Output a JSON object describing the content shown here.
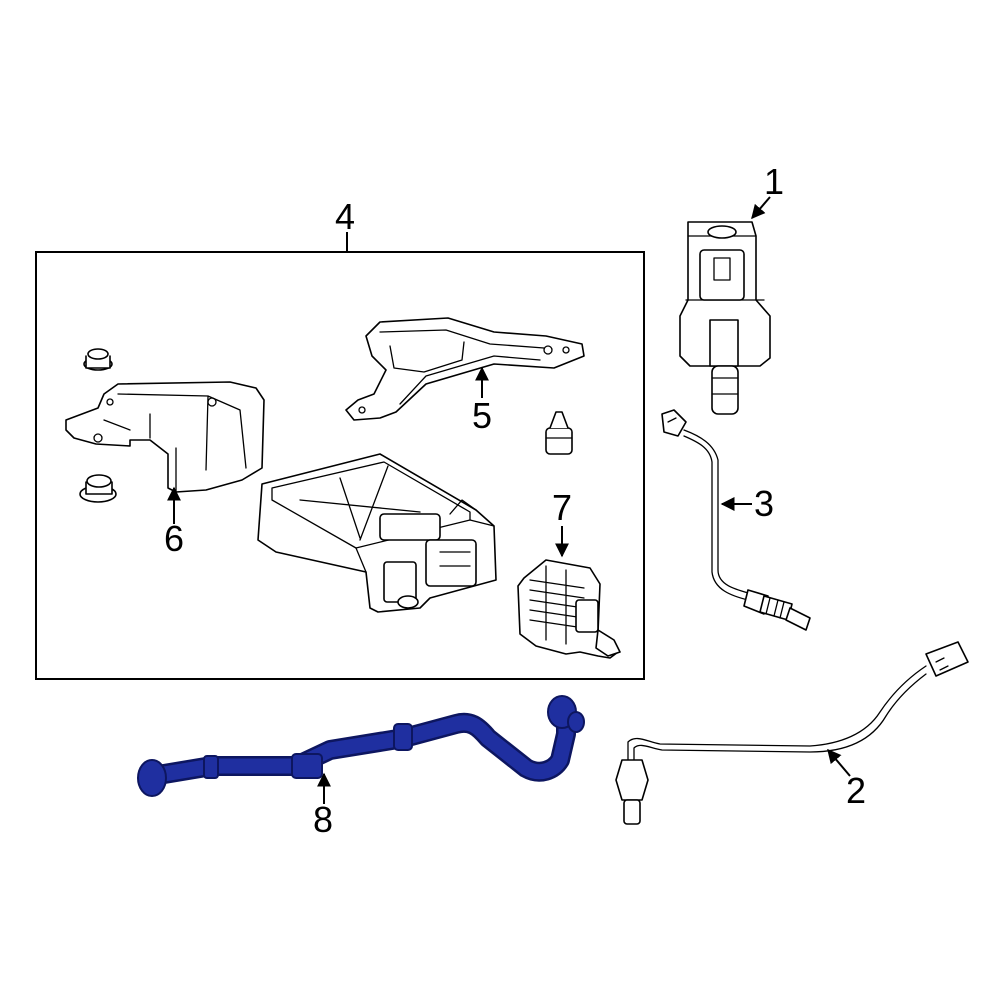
{
  "callouts": {
    "c1": "1",
    "c2": "2",
    "c3": "3",
    "c4": "4",
    "c5": "5",
    "c6": "6",
    "c7": "7",
    "c8": "8"
  },
  "colors": {
    "highlight": "#1f2fa0",
    "highlight_dark": "#0d1660",
    "line": "#000000",
    "background": "#ffffff"
  }
}
